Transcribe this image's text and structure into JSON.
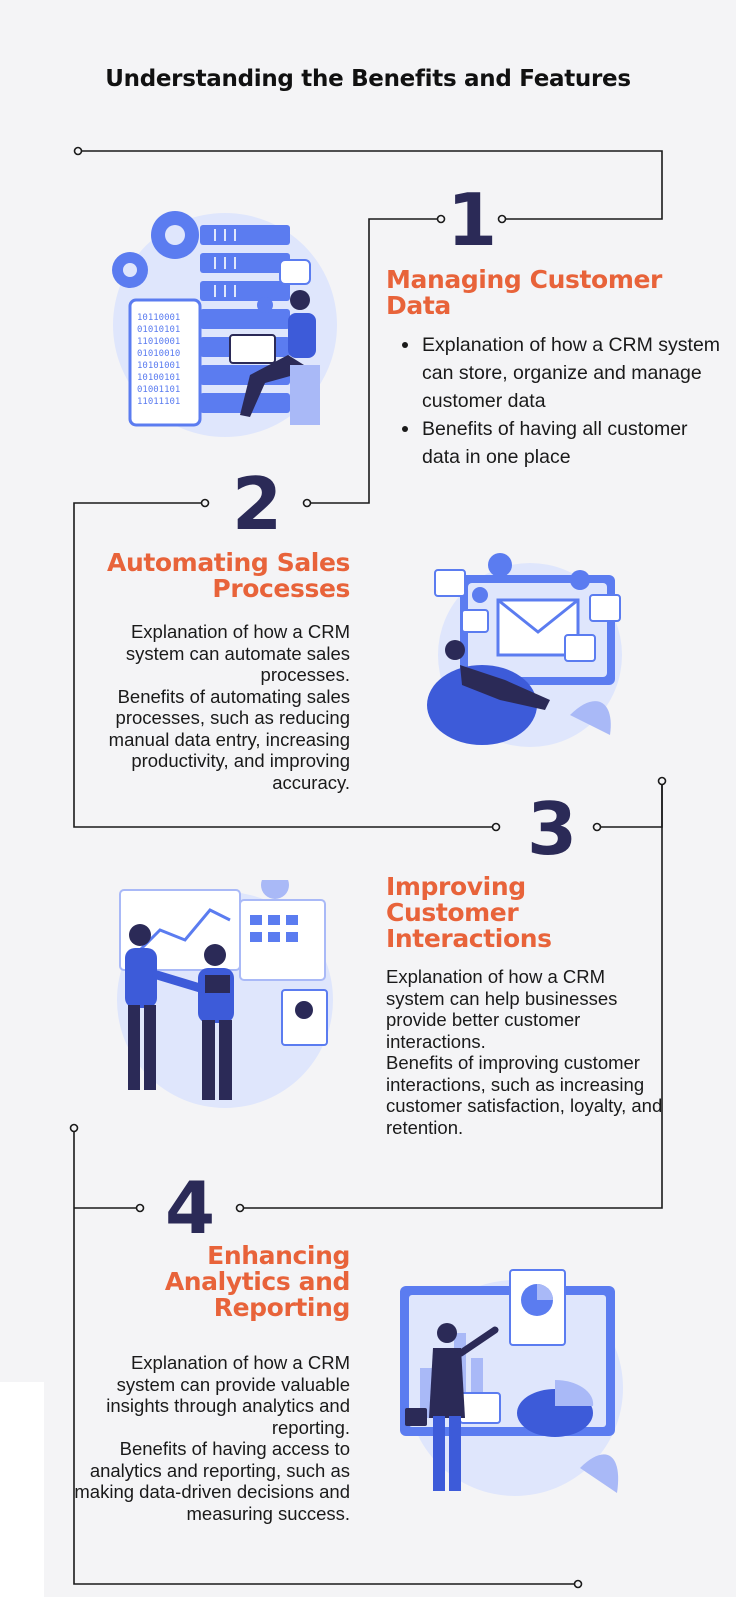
{
  "title": "Understanding the Benefits and Features",
  "colors": {
    "accent": "#e8633a",
    "number": "#2b2a57",
    "illustration": "#5b7cf0",
    "line": "#1a1a1a"
  },
  "sections": [
    {
      "number": "1",
      "heading": [
        "Managing Customer",
        "Data"
      ],
      "bullets": [
        "Explanation of how a CRM system can store, organize and manage customer data",
        "Benefits of having all customer data in one place"
      ],
      "illustration": "server-binary-illustration"
    },
    {
      "number": "2",
      "heading": [
        "Automating Sales",
        "Processes"
      ],
      "paragraphs": [
        "Explanation of how a CRM system can automate sales processes.",
        "Benefits of automating sales processes, such as reducing manual data entry, increasing productivity, and improving accuracy."
      ],
      "illustration": "email-automation-illustration"
    },
    {
      "number": "3",
      "heading": [
        "Improving",
        "Customer",
        "Interactions"
      ],
      "paragraphs": [
        "Explanation of how a CRM system can help businesses provide better customer interactions.",
        "Benefits of improving customer interactions, such as increasing customer satisfaction, loyalty, and retention."
      ],
      "illustration": "handshake-illustration"
    },
    {
      "number": "4",
      "heading": [
        "Enhancing",
        "Analytics and",
        "Reporting"
      ],
      "paragraphs": [
        "Explanation of how a CRM system can provide valuable insights through analytics and reporting.",
        "Benefits of having access to analytics and reporting, such as making data-driven decisions and measuring success."
      ],
      "illustration": "analytics-presentation-illustration"
    }
  ]
}
